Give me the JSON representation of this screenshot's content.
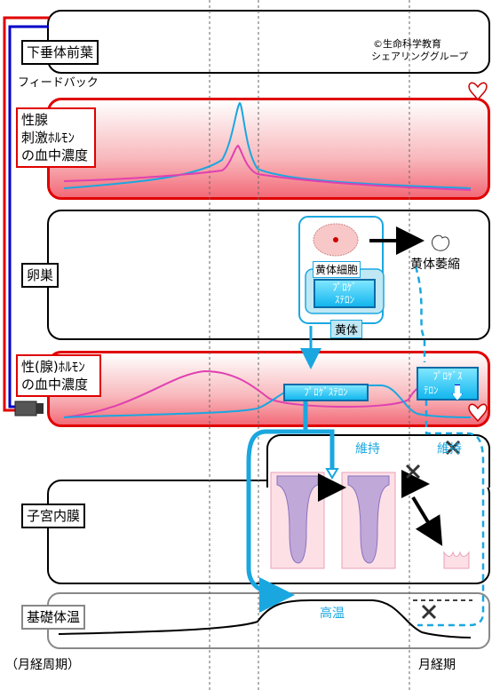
{
  "copyright": {
    "line1": "©生命科学教育",
    "line2": "シェアリンググループ"
  },
  "labels": {
    "pituitary": "下垂体前葉",
    "feedback": "フィードバック",
    "gonadotropin": [
      "性腺",
      "刺激ﾎﾙﾓﾝ",
      "の血中濃度"
    ],
    "ovary": "卵巣",
    "luteal_cell": "黄体細胞",
    "corpus_luteum": "黄体",
    "luteal_atrophy": "黄体萎縮",
    "progesterone_small": [
      "ﾌﾟﾛｹﾞ",
      "ｽﾃﾛﾝ"
    ],
    "sex_hormone": [
      "性(腺)ﾎﾙﾓﾝ",
      "の血中濃度"
    ],
    "progesterone_mid": "ﾌﾟﾛｹﾞｽﾃﾛﾝ",
    "progesterone_right": [
      "ﾌﾟﾛｹﾞｽ",
      "ﾃﾛﾝ"
    ],
    "maintain1": "維持",
    "maintain2": "維持",
    "endometrium": "子宮内膜",
    "bbt": "基礎体温",
    "high_temp": "高温",
    "cycle": "（月経周期）",
    "menses": "月経期"
  },
  "colors": {
    "red": "#e00000",
    "cyan": "#1aa7e0",
    "magenta": "#e040b0",
    "blue": "#0000c8"
  }
}
